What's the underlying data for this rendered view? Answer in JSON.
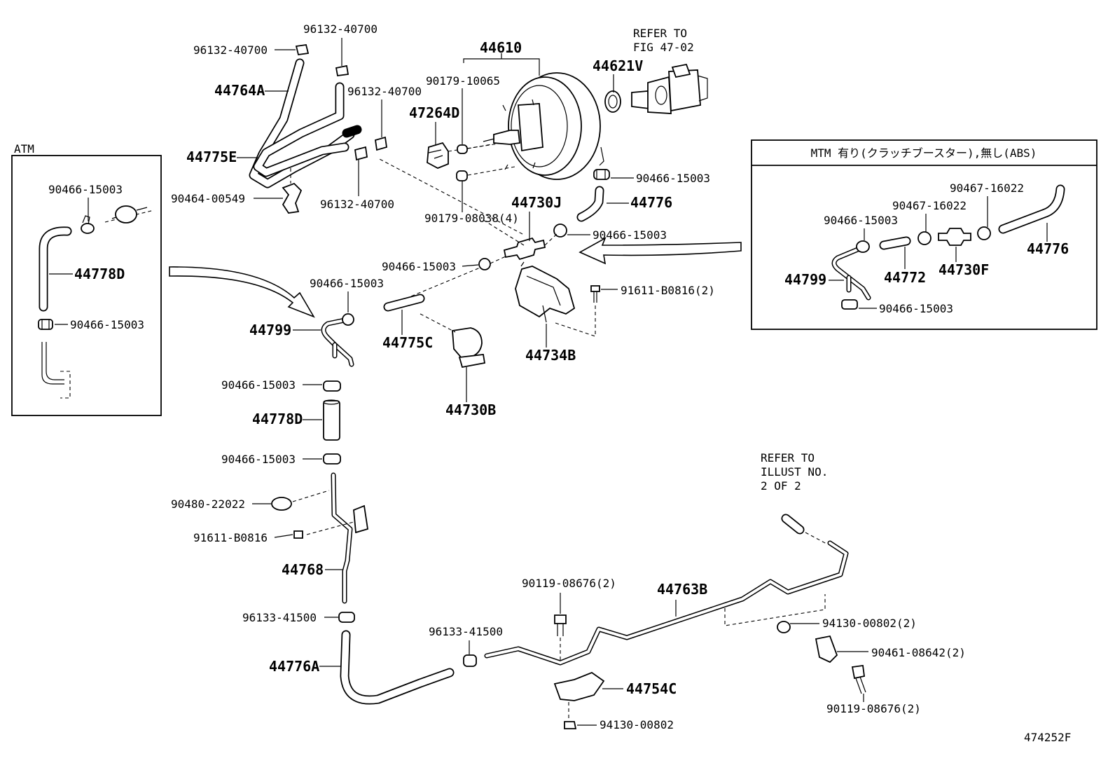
{
  "diagram_id": "474252F",
  "boxes": {
    "atm": {
      "title": "ATM"
    },
    "mtm": {
      "title": "MTM 有り(クラッチブースター),無し(ABS)"
    }
  },
  "notes": {
    "refer_fig": [
      "REFER TO",
      "FIG 47-02"
    ],
    "refer_illust": [
      "REFER TO",
      "ILLUST NO.",
      "2 OF 2"
    ]
  },
  "parts": {
    "p44610": "44610",
    "p44621v": "44621V",
    "p90179_10065": "90179-10065",
    "p47264d": "47264D",
    "p90179_08038": "90179-08038(4)",
    "p44730j": "44730J",
    "p44776_main": "44776",
    "p90466_a": "90466-15003",
    "p90466_b": "90466-15003",
    "p90466_c": "90466-15003",
    "p90466_d": "90466-15003",
    "p90466_e": "90466-15003",
    "p90466_f": "90466-15003",
    "p90466_atm1": "90466-15003",
    "p90466_atm2": "90466-15003",
    "p91611_b0816_2": "91611-B0816(2)",
    "p44734b": "44734B",
    "p44799_main": "44799",
    "p44775c": "44775C",
    "p44730b": "44730B",
    "p96132_a": "96132-40700",
    "p96132_b": "96132-40700",
    "p96132_c": "96132-40700",
    "p96132_d": "96132-40700",
    "p44764a": "44764A",
    "p44775e": "44775E",
    "p90464_00549": "90464-00549",
    "p44778d_atm": "44778D",
    "p44778d_main": "44778D",
    "p90480_22022": "90480-22022",
    "p91611_b0816": "91611-B0816",
    "p44768": "44768",
    "p96133_a": "96133-41500",
    "p96133_b": "96133-41500",
    "p44776a": "44776A",
    "p90119_a": "90119-08676(2)",
    "p90119_b": "90119-08676(2)",
    "p44763b": "44763B",
    "p94130_2": "94130-00802(2)",
    "p90461_08642": "90461-08642(2)",
    "p44754c": "44754C",
    "p94130_00802": "94130-00802",
    "m90467_a": "90467-16022",
    "m90467_b": "90467-16022",
    "m90466_a": "90466-15003",
    "m90466_b": "90466-15003",
    "m44799": "44799",
    "m44772": "44772",
    "m44730f": "44730F",
    "m44776": "44776"
  }
}
